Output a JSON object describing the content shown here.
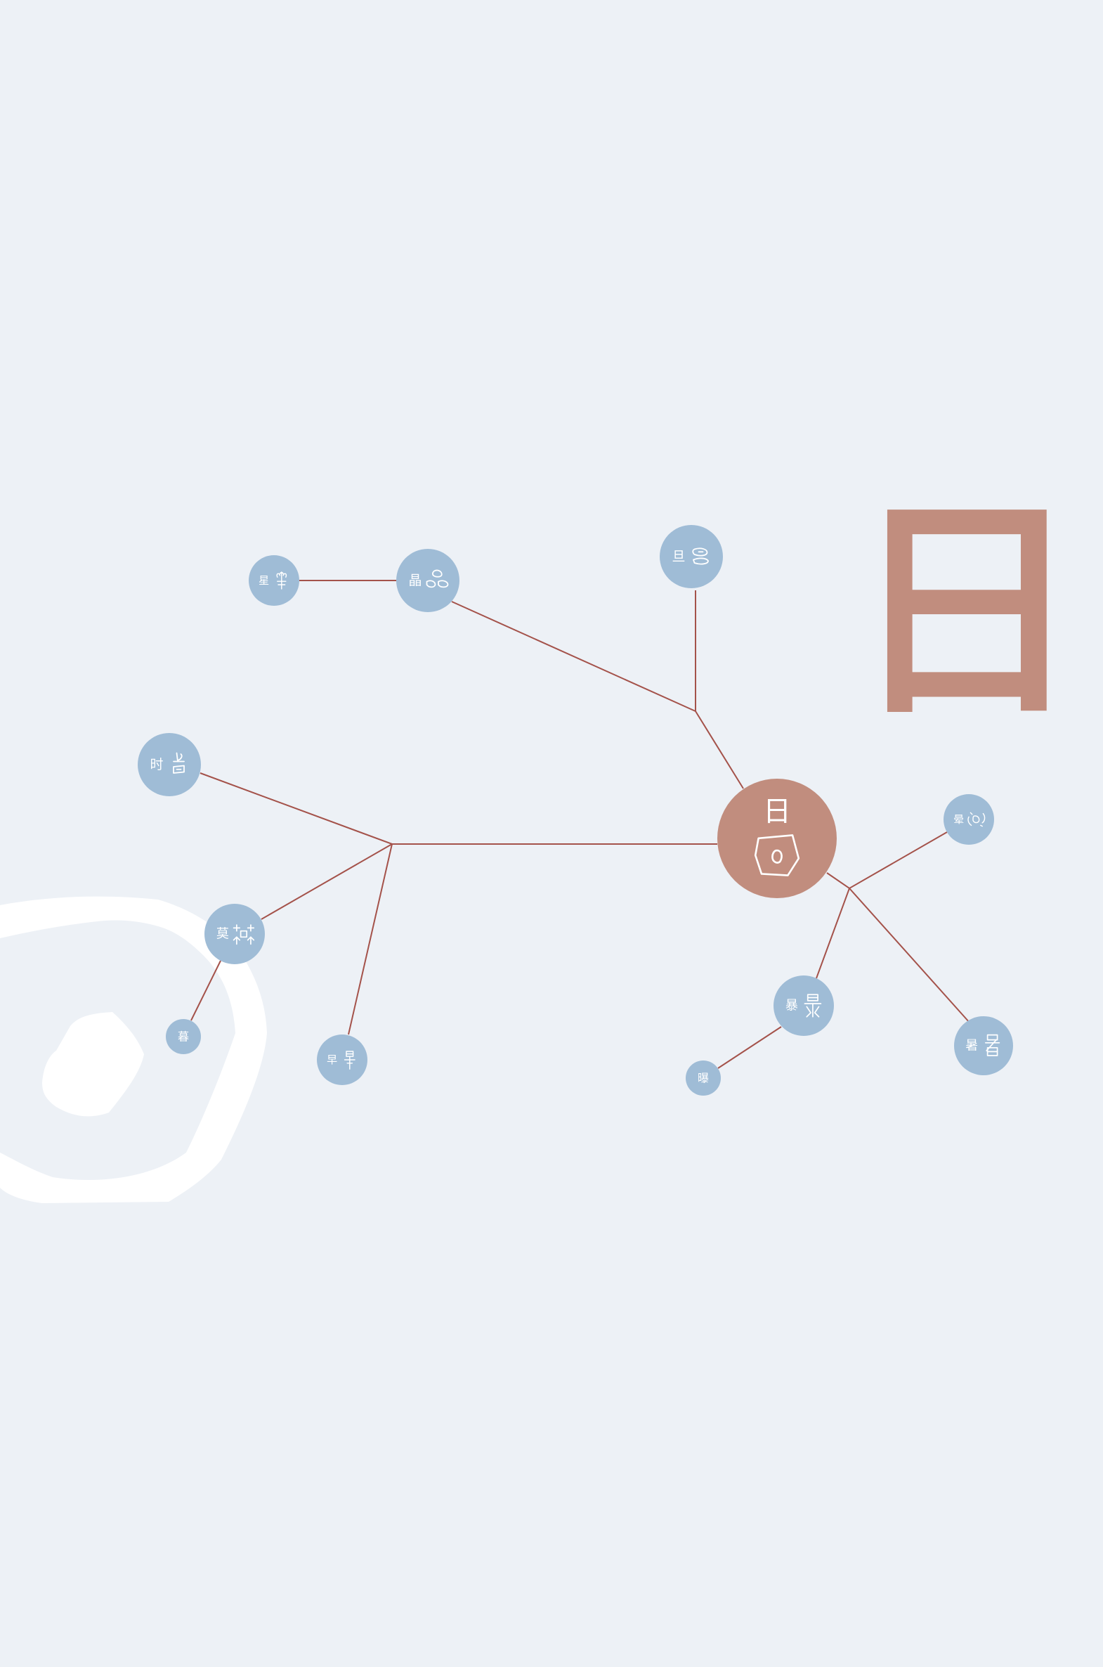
{
  "title_char": "日",
  "colors": {
    "background": "#edf1f6",
    "node_primary": "#c18d7e",
    "node_secondary": "#9fbcd6",
    "edge": "#a4524a",
    "title_char": "#c18d7e",
    "sun_sketch": "#ffffff"
  },
  "root": {
    "id": "ri",
    "label": "日",
    "glyph_icon": "oracle-ri-icon"
  },
  "nodes": [
    {
      "id": "dan",
      "label": "旦",
      "glyph_icon": "oracle-dan-icon"
    },
    {
      "id": "jing",
      "label": "晶",
      "glyph_icon": "oracle-jing-icon"
    },
    {
      "id": "xing",
      "label": "星",
      "glyph_icon": "oracle-xing-icon"
    },
    {
      "id": "shi",
      "label": "时",
      "glyph_icon": "oracle-shi-icon"
    },
    {
      "id": "mo",
      "label": "莫",
      "glyph_icon": "oracle-mo-icon"
    },
    {
      "id": "mu",
      "label": "暮",
      "glyph_icon": ""
    },
    {
      "id": "zao",
      "label": "早",
      "glyph_icon": "oracle-zao-icon"
    },
    {
      "id": "yun",
      "label": "晕",
      "glyph_icon": "oracle-yun-icon"
    },
    {
      "id": "bao",
      "label": "暴",
      "glyph_icon": "oracle-bao-icon"
    },
    {
      "id": "pu",
      "label": "曝",
      "glyph_icon": ""
    },
    {
      "id": "shu",
      "label": "暑",
      "glyph_icon": "oracle-shu-icon"
    }
  ],
  "edges": [
    {
      "from": "ri",
      "to": "dan"
    },
    {
      "from": "dan",
      "to": "jing"
    },
    {
      "from": "jing",
      "to": "xing"
    },
    {
      "from": "ri",
      "to": "shi"
    },
    {
      "from": "shi",
      "to": "mo"
    },
    {
      "from": "mo",
      "to": "mu"
    },
    {
      "from": "shi",
      "to": "zao"
    },
    {
      "from": "ri",
      "to": "yun"
    },
    {
      "from": "yun",
      "to": "bao"
    },
    {
      "from": "bao",
      "to": "pu"
    },
    {
      "from": "yun",
      "to": "shu"
    }
  ]
}
